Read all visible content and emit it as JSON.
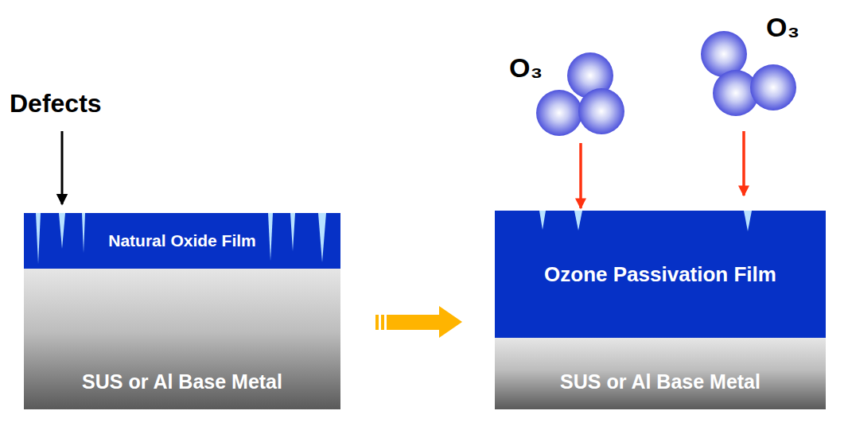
{
  "diagram": {
    "nodes": [
      {
        "text": [
          "Natural Oxide Film"
        ]
      },
      {
        "text": [
          "SUS or Al Base Metal"
        ]
      },
      {
        "text": [
          "Ozone Passivation Film"
        ]
      },
      {
        "text": [
          "SUS or Al Base Metal"
        ]
      }
    ],
    "labels": [
      "Defects",
      "O₃",
      "O₃"
    ]
  }
}
